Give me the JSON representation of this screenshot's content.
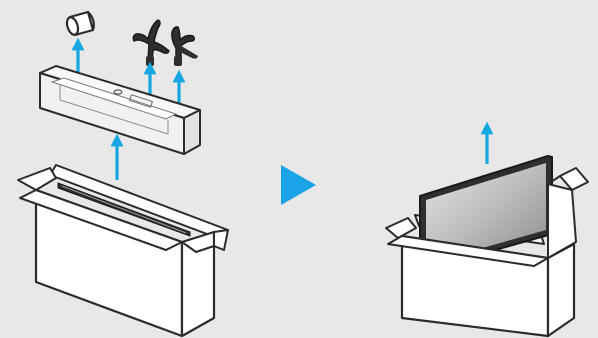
{
  "diagram": {
    "kind": "unboxing-instructions",
    "steps": [
      {
        "step": "remove-accessories",
        "items": [
          "cap",
          "stand-left",
          "stand-right",
          "foam-insert"
        ]
      },
      {
        "step": "lift-tv-out",
        "items": [
          "tv-panel",
          "box"
        ]
      }
    ]
  },
  "colors": {
    "background": "#e8e8e8",
    "arrow": "#14a7e0",
    "next_step_triangle": "#1aa3e6",
    "outline": "#2b2b2b",
    "box_fill": "#ffffff",
    "foam_fill": "#f4f4f4",
    "stand_fill": "#2f2f2f",
    "screen_fill": "#6f6f6f"
  }
}
